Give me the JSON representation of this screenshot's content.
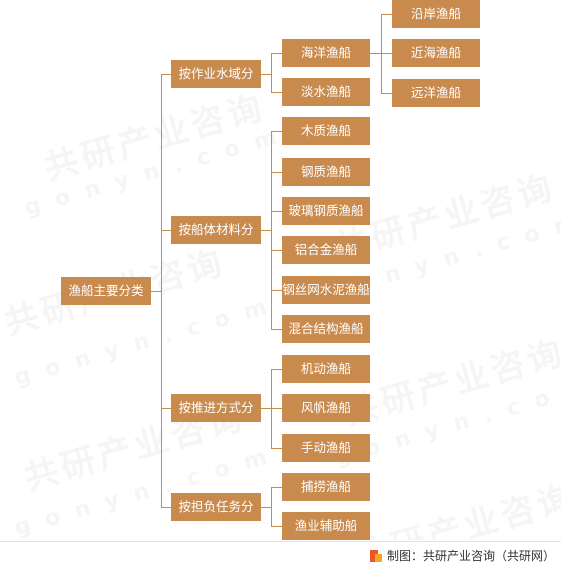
{
  "root": {
    "label": "渔船主要分类"
  },
  "groups": [
    {
      "label": "按作业水域分",
      "children": [
        "海洋渔船",
        "淡水渔船"
      ]
    },
    {
      "label": "按船体材料分",
      "children": [
        "木质渔船",
        "钢质渔船",
        "玻璃钢质渔船",
        "铝合金渔船",
        "钢丝网水泥渔船",
        "混合结构渔船"
      ]
    },
    {
      "label": "按推进方式分",
      "children": [
        "机动渔船",
        "风帆渔船",
        "手动渔船"
      ]
    },
    {
      "label": "按担负任务分",
      "children": [
        "捕捞渔船",
        "渔业辅助船"
      ]
    }
  ],
  "sub_children": {
    "parent": "海洋渔船",
    "items": [
      "沿岸渔船",
      "近海渔船",
      "远洋渔船"
    ]
  },
  "watermark": {
    "cn": "共研产业咨询",
    "en": "g o n y n . c o m"
  },
  "footer": {
    "text": "制图：共研产业咨询（共研网）"
  },
  "colors": {
    "node": "#c98a4e",
    "line": "#c98a4e"
  }
}
